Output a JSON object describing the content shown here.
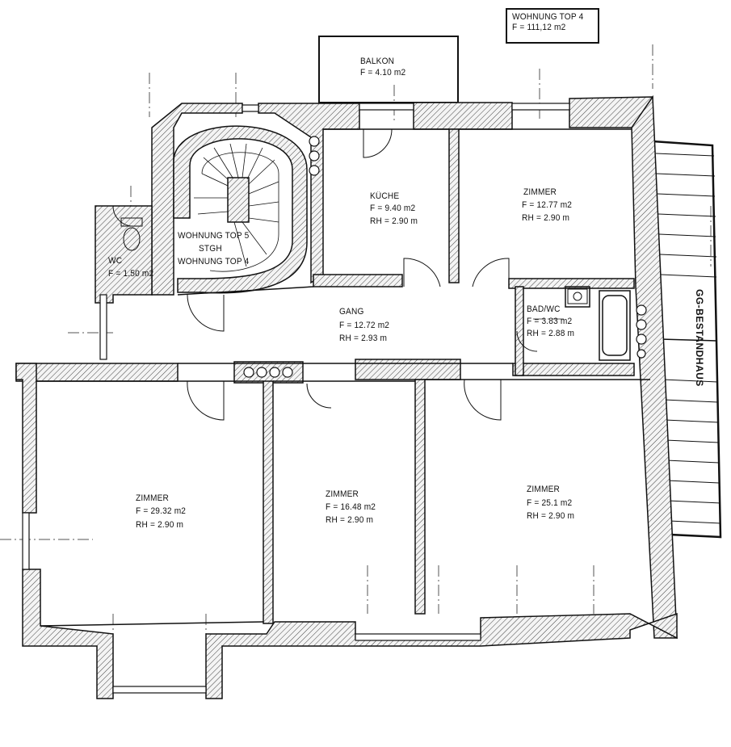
{
  "header": {
    "unit_title": "WOHNUNG TOP 4",
    "unit_area": "F = 111,12 m2"
  },
  "rooms": {
    "balkon": {
      "name": "BALKON",
      "area": "F = 4.10 m2"
    },
    "kueche": {
      "name": "KÜCHE",
      "area": "F = 9.40 m2",
      "height": "RH = 2.90 m"
    },
    "zimmer_top_right": {
      "name": "ZIMMER",
      "area": "F = 12.77 m2",
      "height": "RH = 2.90 m"
    },
    "stairs": {
      "line1": "WOHNUNG TOP 5",
      "line2": "STGH",
      "line3": "WOHNUNG TOP 4"
    },
    "wc": {
      "name": "WC",
      "area": "F = 1.50 m2"
    },
    "gang": {
      "name": "GANG",
      "area": "F = 12.72 m2",
      "height": "RH = 2.93 m"
    },
    "bad": {
      "name": "BAD/WC",
      "area": "F = 3.83 m2",
      "height": "RH = 2.88 m"
    },
    "zimmer_left": {
      "name": "ZIMMER",
      "area": "F = 29.32 m2",
      "height": "RH = 2.90 m"
    },
    "zimmer_mid": {
      "name": "ZIMMER",
      "area": "F = 16.48 m2",
      "height": "RH = 2.90 m"
    },
    "zimmer_right": {
      "name": "ZIMMER",
      "area": "F = 25.1 m2",
      "height": "RH = 2.90 m"
    }
  },
  "neighbor_label": "GG-BESTANDHAUS",
  "colors": {
    "ink": "#1a1a1a",
    "paper": "#ffffff"
  }
}
